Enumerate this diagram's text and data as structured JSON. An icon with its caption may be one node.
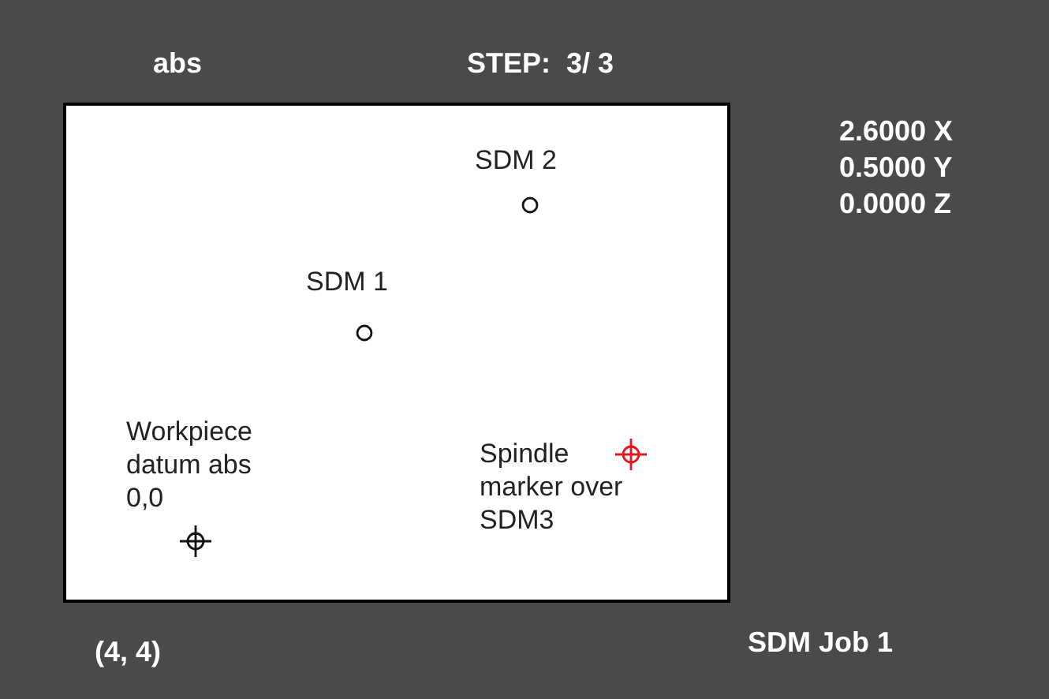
{
  "diagram": {
    "labels": [
      "abs",
      "STEP:  3/ 3",
      "SDM 2",
      "2.6000 X",
      "0.5000 Y",
      "0.0000 Z",
      "SDM 1",
      "Workpiece datum abs 0,0",
      "Spindle marker over SDM3",
      "SDM Job 1",
      "(4, 4)"
    ]
  }
}
